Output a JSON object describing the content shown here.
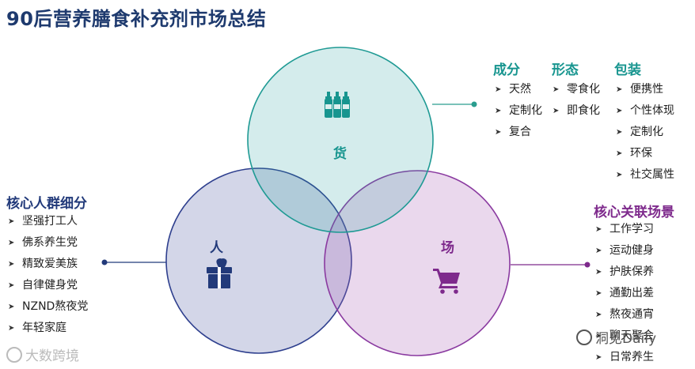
{
  "title": "90后营养膳食补充剂市场总结",
  "circles": {
    "goods": "货",
    "people": "人",
    "place": "场"
  },
  "icons": {
    "goods": "bottles-icon",
    "people": "gift-box-icon",
    "place": "shopping-cart-icon"
  },
  "colors": {
    "goods": "#17958f",
    "people": "#223a7a",
    "place": "#7e2a8c",
    "title": "#1e3a6e"
  },
  "goods_panel": {
    "ingredients": {
      "heading": "成分",
      "items": [
        "天然",
        "定制化",
        "复合"
      ]
    },
    "form": {
      "heading": "形态",
      "items": [
        "零食化",
        "即食化"
      ]
    },
    "packaging": {
      "heading": "包装",
      "items": [
        "便携性",
        "个性体现",
        "定制化",
        "环保",
        "社交属性"
      ]
    }
  },
  "people_panel": {
    "heading": "核心人群细分",
    "items": [
      "坚强打工人",
      "佛系养生党",
      "精致爱美族",
      "自律健身党",
      "NZND熬夜党",
      "年轻家庭"
    ]
  },
  "place_panel": {
    "heading": "核心关联场景",
    "items": [
      "工作学习",
      "运动健身",
      "护肤保养",
      "通勤出差",
      "熬夜通宵",
      "聊天聚会",
      "日常养生"
    ]
  },
  "watermarks": {
    "left": "大数跨境",
    "right": "洞见Daily"
  }
}
